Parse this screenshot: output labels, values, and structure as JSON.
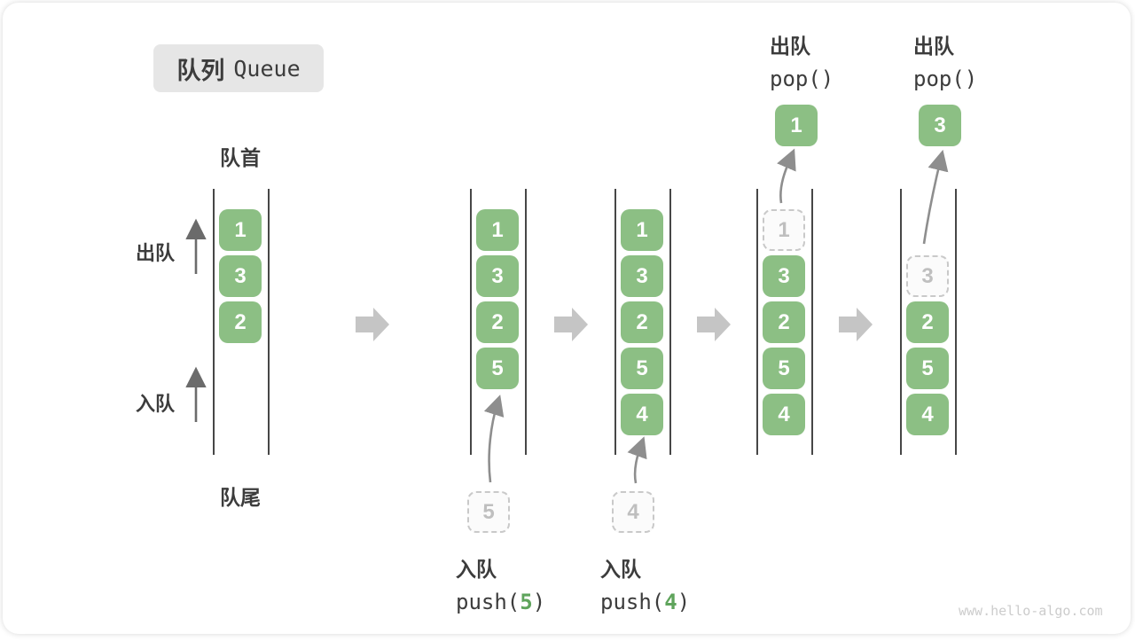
{
  "title": {
    "zh": "队列",
    "en": "Queue"
  },
  "side_labels": {
    "front": "队首",
    "rear": "队尾",
    "dequeue": "出队",
    "enqueue": "入队"
  },
  "watermark": "www.hello-algo.com",
  "colors": {
    "item_green": "#8CBF84",
    "code_arg_green": "#5FA45C",
    "wall_gray": "#474747",
    "text_dark": "#3C3C3C",
    "dashed_gray": "#C9C9C9",
    "flow_arrow_gray": "#C5C5C5",
    "title_bg": "#E6E6E6",
    "watermark_gray": "#CCCCCC"
  },
  "states": [
    {
      "name": "queue-state-initial",
      "slots": [
        "1",
        "3",
        "2"
      ]
    },
    {
      "name": "queue-state-after-push-5",
      "slots": [
        "1",
        "3",
        "2",
        "5"
      ],
      "incoming": "5",
      "annotation": {
        "label": "入队",
        "code_prefix": "push(",
        "code_arg": "5",
        "code_suffix": ")"
      }
    },
    {
      "name": "queue-state-after-push-4",
      "slots": [
        "1",
        "3",
        "2",
        "5",
        "4"
      ],
      "incoming": "4",
      "annotation": {
        "label": "入队",
        "code_prefix": "push(",
        "code_arg": "4",
        "code_suffix": ")"
      }
    },
    {
      "name": "queue-state-pop-1",
      "slots": [
        {
          "v": "1",
          "dashed": true
        },
        "3",
        "2",
        "5",
        "4"
      ],
      "popped": "1",
      "op": {
        "label": "出队",
        "code": "pop()"
      }
    },
    {
      "name": "queue-state-pop-3",
      "slots": [
        null,
        {
          "v": "3",
          "dashed": true
        },
        "2",
        "5",
        "4"
      ],
      "popped": "3",
      "op": {
        "label": "出队",
        "code": "pop()"
      }
    }
  ]
}
